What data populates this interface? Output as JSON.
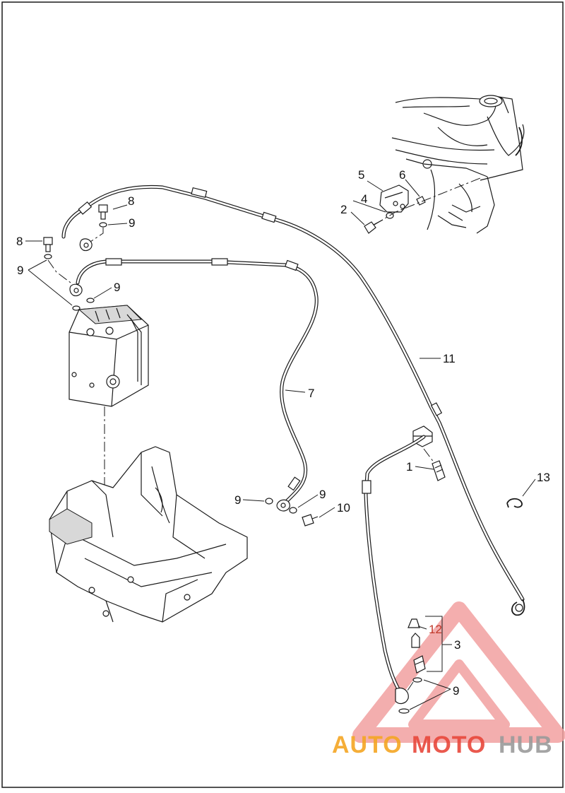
{
  "diagram": {
    "callouts": {
      "c1": "1",
      "c2": "2",
      "c3": "3",
      "c4": "4",
      "c5": "5",
      "c6": "6",
      "c7": "7",
      "c8a": "8",
      "c8b": "8",
      "c9a": "9",
      "c9b": "9",
      "c9c": "9",
      "c9d": "9",
      "c9e": "9",
      "c9f": "9",
      "c10": "10",
      "c11": "11",
      "c12": "12",
      "c13": "13"
    }
  },
  "watermark": {
    "part1": "AUTO",
    "part2": "MOTO",
    "part3": "HUB",
    "colors": {
      "orange": "#f5a623",
      "red": "#e8483b",
      "gray": "#9b9b9b"
    }
  },
  "footer": {
    "text": ""
  }
}
